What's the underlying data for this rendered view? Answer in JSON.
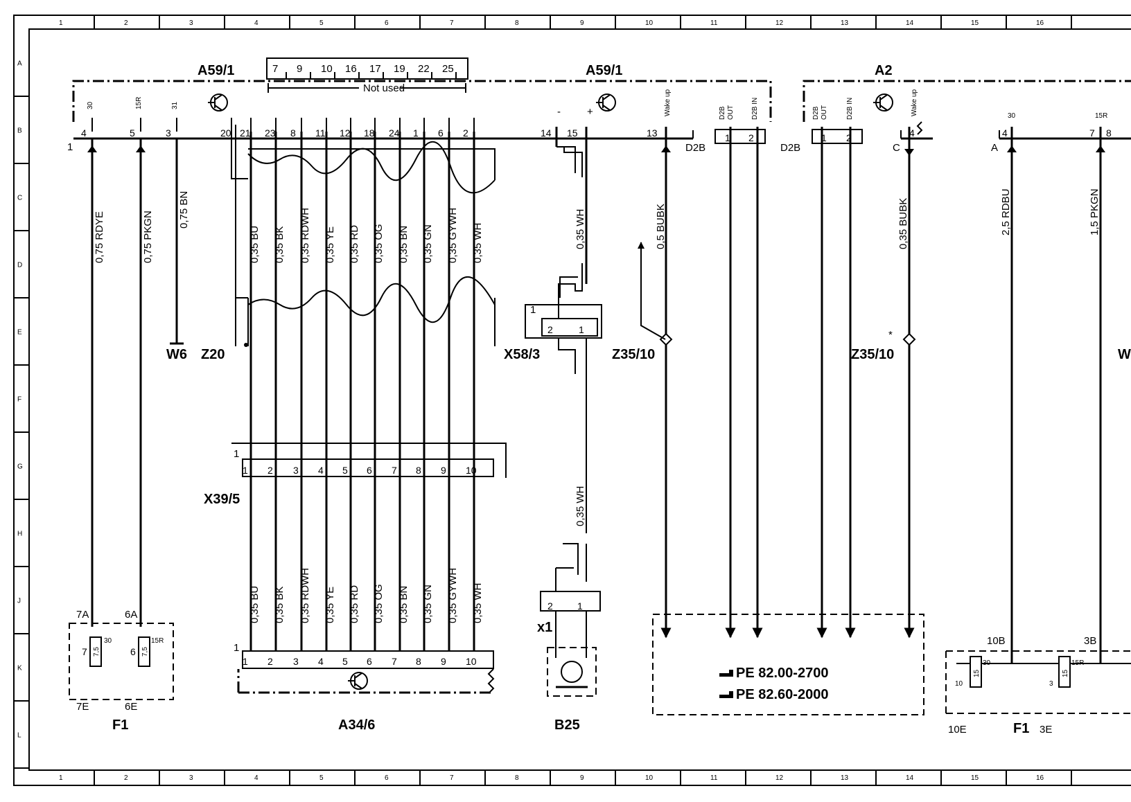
{
  "grid": {
    "columns": [
      "1",
      "2",
      "3",
      "4",
      "5",
      "6",
      "7",
      "8",
      "9",
      "10",
      "11",
      "12",
      "13",
      "14",
      "15",
      "16"
    ],
    "rows": [
      "A",
      "B",
      "C",
      "D",
      "E",
      "F",
      "G",
      "H",
      "J",
      "K",
      "L"
    ]
  },
  "components": {
    "a59_left": "A59/1",
    "a59_right": "A59/1",
    "a2": "A2",
    "z20": "Z20",
    "w6": "W6",
    "x39": "X39/5",
    "x58": "X58/3",
    "z35_left": "Z35/10",
    "z35_right": "Z35/10",
    "z35_star": "*",
    "a34": "A34/6",
    "b25": "B25",
    "x1": "x1",
    "f1_left": "F1",
    "f1_right": "F1",
    "w_cut": "W"
  },
  "unused": {
    "pins": [
      "7",
      "9",
      "10",
      "16",
      "17",
      "19",
      "22",
      "25"
    ],
    "label": "Not used"
  },
  "pin_labels": {
    "p30": "30",
    "p15r": "15R",
    "p31": "31",
    "minus": "-",
    "plus": "+",
    "wake": "Wake up",
    "d2b": "D2B",
    "out": "OUT",
    "d2b_in": "D2B IN",
    "d2b_l": "D2B",
    "d2b_r": "D2B",
    "c": "C",
    "a": "A"
  },
  "a59_pins": [
    {
      "n": "4",
      "wire": "0,75 RDYE"
    },
    {
      "n": "5",
      "wire": "0,75 PKGN"
    },
    {
      "n": "3",
      "wire": "0,75 BN"
    },
    {
      "n": "20"
    },
    {
      "n": "21",
      "wire": "0,35 BU",
      "bottom": "0,35 BU",
      "x39": "1",
      "a34": "1"
    },
    {
      "n": "23",
      "wire": "0,35 BK",
      "bottom": "0,35 BK",
      "x39": "2",
      "a34": "2"
    },
    {
      "n": "8",
      "wire": "0,35 RDWH",
      "bottom": "0,35 RDWH",
      "x39": "3",
      "a34": "3"
    },
    {
      "n": "11",
      "wire": "0,35 YE",
      "bottom": "0,35 YE",
      "x39": "4",
      "a34": "4"
    },
    {
      "n": "12",
      "wire": "0,35 RD",
      "bottom": "0,35 RD",
      "x39": "5",
      "a34": "5"
    },
    {
      "n": "18",
      "wire": "0,35 OG",
      "bottom": "0,35 OG",
      "x39": "6",
      "a34": "6"
    },
    {
      "n": "24",
      "wire": "0,35 BN",
      "bottom": "0,35 BN",
      "x39": "7",
      "a34": "7"
    },
    {
      "n": "1",
      "wire": "0,35 GN",
      "bottom": "0,35 GN",
      "x39": "8",
      "a34": "8"
    },
    {
      "n": "6",
      "wire": "0,35 GYWH",
      "bottom": "0,35 GYWH",
      "x39": "9",
      "a34": "9"
    },
    {
      "n": "2",
      "wire": "0,35 WH",
      "bottom": "0,35 WH",
      "x39": "10",
      "a34": "10"
    }
  ],
  "a59_pin14": "14",
  "a59_pin15": "15",
  "a59_pin13": "13",
  "a59_conn_no": "1",
  "b25_wire_top": "0,35 WH",
  "b25_wire_bottom": "0,35 WH",
  "z35_wire_left": "0,5 BUBK",
  "d2b_left": {
    "p1": "1",
    "p2": "2"
  },
  "d2b_right": {
    "p1": "1",
    "p2": "2"
  },
  "a2_pins": {
    "wake": "4",
    "wake_wire": "0,35 BUBK",
    "p30": "4",
    "p30_wire": "2,5 RDBU",
    "p15r": "7",
    "p15r_wire": "1,5 PKGN",
    "p8": "8"
  },
  "x58_pins": {
    "p1": "1",
    "p2": "2",
    "frame": "1"
  },
  "x1_pins": {
    "p1": "1",
    "p2": "2"
  },
  "x39_frame": "1",
  "a34_frame": "1",
  "refs": [
    "PE  82.00-2700",
    "PE  82.60-2000"
  ],
  "fuses_left": {
    "top1": "7A",
    "top2": "6A",
    "bot1": "7E",
    "bot2": "6E",
    "n1": "7",
    "n2": "6",
    "v1": "7,5",
    "v2": "7,5",
    "t1": "30",
    "t2": "15R"
  },
  "fuses_right": {
    "top1": "10B",
    "top2": "3B",
    "bot1": "10E",
    "bot2": "3E",
    "n1": "10",
    "n2": "3",
    "v1": "15",
    "v2": "15",
    "t1": "30",
    "t2": "15R"
  }
}
